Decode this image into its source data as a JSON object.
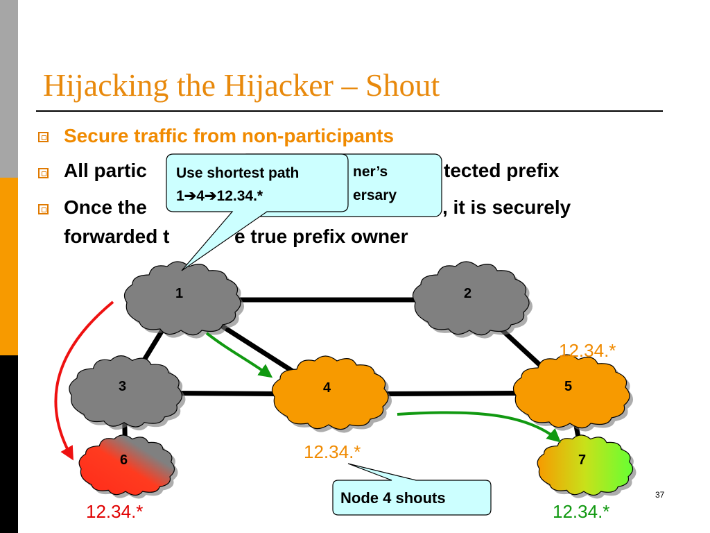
{
  "slide": {
    "title": "Hijacking the Hijacker – Shout",
    "number": "37"
  },
  "bullets": [
    {
      "text": "Secure traffic from non-participants"
    },
    {
      "text": "All partic"
    },
    {
      "text": "tected prefix"
    },
    {
      "text": "Once the"
    },
    {
      "text": ", it is securely"
    },
    {
      "text": "forwarded t"
    },
    {
      "text": "e true prefix owner"
    }
  ],
  "callouts": {
    "back_line1": "ner’s",
    "back_line2": "ersary",
    "front_line1": "Use shortest path",
    "front_line2": "1➔4➔12.34.*",
    "shout": "Node 4 shouts"
  },
  "diagram": {
    "nodes": [
      {
        "id": "1",
        "label": "1",
        "color": "#808080"
      },
      {
        "id": "2",
        "label": "2",
        "color": "#808080"
      },
      {
        "id": "3",
        "label": "3",
        "color": "#808080"
      },
      {
        "id": "4",
        "label": "4",
        "color": "#f79a00"
      },
      {
        "id": "5",
        "label": "5",
        "color": "#f79a00"
      },
      {
        "id": "6",
        "label": "6",
        "color": "#ff3b1f"
      },
      {
        "id": "7",
        "label": "7",
        "color": "#66ff33"
      }
    ],
    "edges": [
      [
        "1",
        "2"
      ],
      [
        "1",
        "3"
      ],
      [
        "1",
        "4"
      ],
      [
        "2",
        "5"
      ],
      [
        "3",
        "4"
      ],
      [
        "4",
        "5"
      ],
      [
        "3",
        "6"
      ],
      [
        "5",
        "7"
      ]
    ],
    "arrows": [
      {
        "from": "1",
        "to": "6",
        "color": "#ee1111"
      },
      {
        "from": "1",
        "to": "4",
        "color": "#119911"
      },
      {
        "from": "4",
        "to": "7",
        "color": "#119911"
      }
    ],
    "prefixes": [
      {
        "near": "5",
        "text": "12.34.*",
        "color": "#f08a00"
      },
      {
        "near": "4",
        "text": "12.34.*",
        "color": "#f08a00"
      },
      {
        "near": "6",
        "text": "12.34.*",
        "color": "#e00000"
      },
      {
        "near": "7",
        "text": "12.34.*",
        "color": "#119911"
      }
    ]
  },
  "colors": {
    "accent": "#e8890c",
    "callout_fill": "#ccffff",
    "sidebar_gray": "#a6a6a6",
    "sidebar_orange": "#f79a00"
  }
}
